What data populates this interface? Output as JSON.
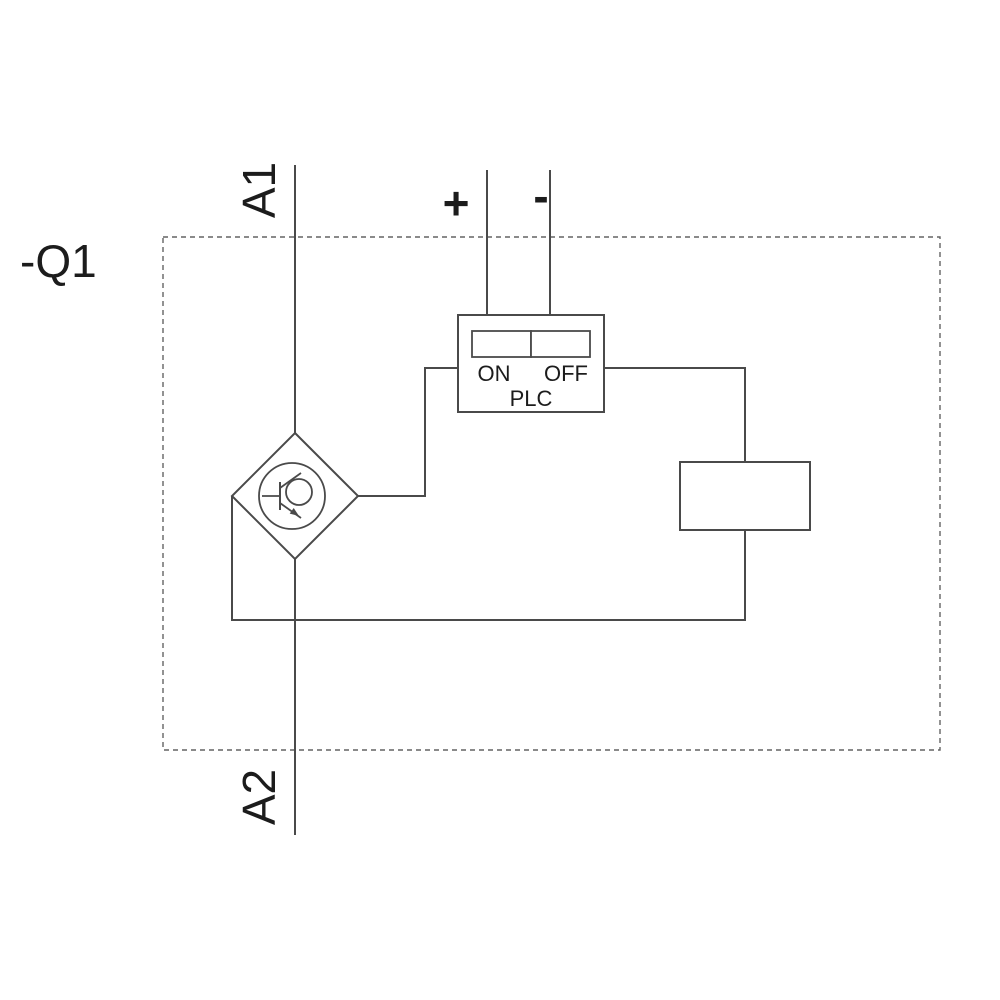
{
  "diagram": {
    "device_label": "-Q1",
    "terminals": {
      "top": "A1",
      "bottom": "A2"
    },
    "supply": {
      "positive": "+",
      "negative": "-"
    },
    "plc_block": {
      "on": "ON",
      "off": "OFF",
      "label": "PLC"
    }
  },
  "colors": {
    "line": "#4a4a4a",
    "text": "#1c1c1c",
    "border_dash": "#636363",
    "background": "#ffffff"
  }
}
